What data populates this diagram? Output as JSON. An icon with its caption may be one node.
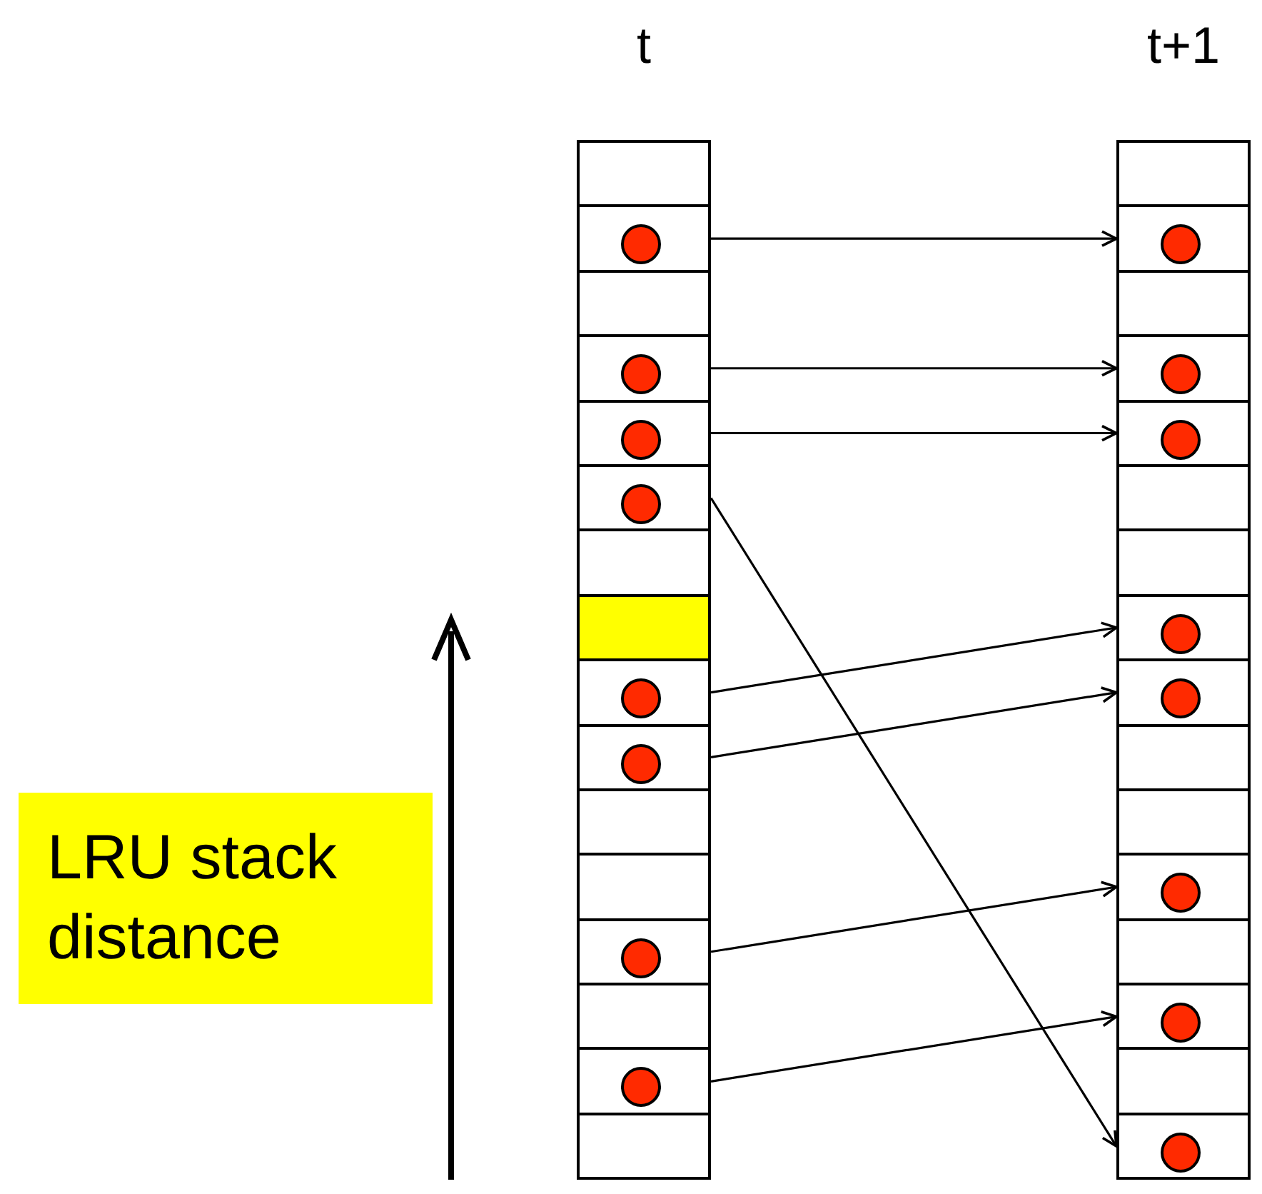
{
  "diagram": {
    "nodes": [
      {
        "text": [
          "t"
        ]
      },
      {
        "text": [],
        "shape": "box",
        "in": 0
      },
      {
        "text": [],
        "shape": "box",
        "in": 0
      },
      {
        "text": [],
        "shape": "circle",
        "in": 2
      },
      {
        "text": [],
        "shape": "box",
        "in": 0
      },
      {
        "text": [],
        "shape": "box",
        "in": 0
      },
      {
        "text": [],
        "shape": "circle",
        "in": 5
      },
      {
        "text": [],
        "shape": "box",
        "in": 0
      },
      {
        "text": [],
        "shape": "circle",
        "in": 7
      },
      {
        "text": [],
        "shape": "box",
        "in": 0
      },
      {
        "text": [],
        "shape": "circle",
        "in": 9
      },
      {
        "text": [],
        "shape": "box",
        "in": 0
      },
      {
        "text": [],
        "shape": "box",
        "in": 0
      },
      {
        "text": [],
        "shape": "box",
        "in": 0
      },
      {
        "text": [],
        "shape": "circle",
        "in": 13
      },
      {
        "text": [],
        "shape": "box",
        "in": 0
      },
      {
        "text": [],
        "shape": "circle",
        "in": 15
      },
      {
        "text": [],
        "shape": "box",
        "in": 0
      },
      {
        "text": [],
        "shape": "box",
        "in": 0
      },
      {
        "text": [],
        "shape": "box",
        "in": 0
      },
      {
        "text": [],
        "shape": "circle",
        "in": 19
      },
      {
        "text": [],
        "shape": "box",
        "in": 0
      },
      {
        "text": [],
        "shape": "box",
        "in": 0
      },
      {
        "text": [],
        "shape": "circle",
        "in": 22
      },
      {
        "text": [],
        "shape": "box",
        "in": 0
      },
      {
        "text": [
          "t+1"
        ]
      },
      {
        "text": [],
        "shape": "box",
        "in": 25
      },
      {
        "text": [],
        "shape": "box",
        "in": 25
      },
      {
        "text": [],
        "shape": "circle",
        "in": 27
      },
      {
        "text": [],
        "shape": "box",
        "in": 25
      },
      {
        "text": [],
        "shape": "box",
        "in": 25
      },
      {
        "text": [],
        "shape": "circle",
        "in": 30
      },
      {
        "text": [],
        "shape": "box",
        "in": 25
      },
      {
        "text": [],
        "shape": "circle",
        "in": 32
      },
      {
        "text": [],
        "shape": "box",
        "in": 25
      },
      {
        "text": [],
        "shape": "box",
        "in": 25
      },
      {
        "text": [],
        "shape": "box",
        "in": 25
      },
      {
        "text": [],
        "shape": "circle",
        "in": 36
      },
      {
        "text": [],
        "shape": "box",
        "in": 25
      },
      {
        "text": [],
        "shape": "circle",
        "in": 38
      },
      {
        "text": [],
        "shape": "box",
        "in": 25
      },
      {
        "text": [],
        "shape": "box",
        "in": 25
      },
      {
        "text": [],
        "shape": "box",
        "in": 25
      },
      {
        "text": [],
        "shape": "circle",
        "in": 42
      },
      {
        "text": [],
        "shape": "box",
        "in": 25
      },
      {
        "text": [],
        "shape": "box",
        "in": 25
      },
      {
        "text": [],
        "shape": "circle",
        "in": 45
      },
      {
        "text": [],
        "shape": "box",
        "in": 25
      },
      {
        "text": [],
        "shape": "box",
        "in": 25
      },
      {
        "text": [],
        "shape": "circle",
        "in": 48
      },
      {
        "text": [
          "LRU stack distance"
        ]
      }
    ],
    "edges": [
      {
        "from": 2,
        "to": 27,
        "arrow": "to"
      },
      {
        "from": 5,
        "to": 30,
        "arrow": "to"
      },
      {
        "from": 7,
        "to": 32,
        "arrow": "to"
      },
      {
        "from": 9,
        "to": 48,
        "arrow": "to"
      },
      {
        "from": 13,
        "to": 36,
        "arrow": "to"
      },
      {
        "from": 15,
        "to": 38,
        "arrow": "to"
      },
      {
        "from": 19,
        "to": 42,
        "arrow": "to"
      },
      {
        "from": 22,
        "to": 45,
        "arrow": "to"
      }
    ]
  }
}
